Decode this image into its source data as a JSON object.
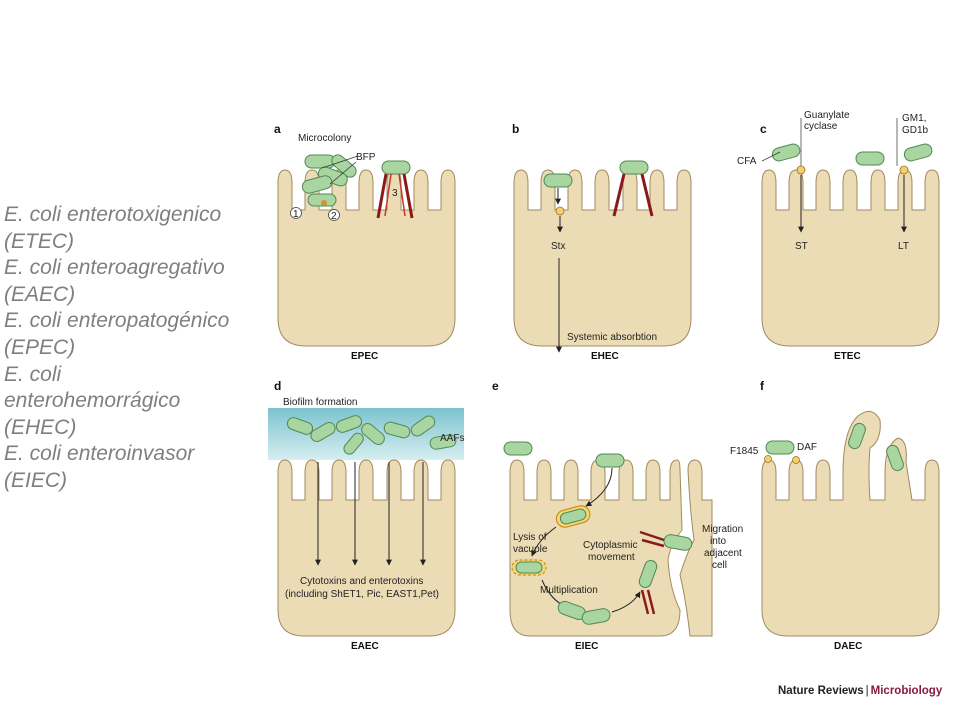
{
  "left_list": [
    "E. coli enterotoxigenico",
    "(ETEC)",
    "E. coli enteroagregativo",
    "(EAEC)",
    "E. coli enteropatogénico",
    "(EPEC)",
    "E. coli",
    "enterohemorrágico",
    "(EHEC)",
    "E. coli enteroinvasor",
    "(EIEC)"
  ],
  "panels": {
    "a": {
      "letter": "a",
      "caption": "EPEC",
      "microcolony": "Microcolony",
      "bfp": "BFP",
      "n1": "1",
      "n2": "2",
      "n3": "3"
    },
    "b": {
      "letter": "b",
      "caption": "EHEC",
      "stx": "Stx",
      "systemic": "Systemic absorbtion"
    },
    "c": {
      "letter": "c",
      "caption": "ETEC",
      "guanylate1": "Guanylate",
      "guanylate2": "cyclase",
      "gm1": "GM1,",
      "gd1b": "GD1b",
      "cfa": "CFA",
      "st": "ST",
      "lt": "LT"
    },
    "d": {
      "letter": "d",
      "caption": "EAEC",
      "biofilm": "Biofilm formation",
      "aafs": "AAFs",
      "cyto1": "Cytotoxins and enterotoxins",
      "cyto2": "(including ShET1, Pic, EAST1,Pet)"
    },
    "e": {
      "letter": "e",
      "caption": "EIEC",
      "lysis1": "Lysis of",
      "lysis2": "vacuole",
      "cytop1": "Cytoplasmic",
      "cytop2": "movement",
      "mult": "Multiplication",
      "mig1": "Migration",
      "mig2": "into",
      "mig3": "adjacent",
      "mig4": "cell"
    },
    "f": {
      "letter": "f",
      "caption": "DAEC",
      "f1845": "F1845",
      "daf": "DAF"
    }
  },
  "credit": {
    "publisher": "Nature Reviews",
    "separator": "|",
    "journal": "Microbiology"
  },
  "colors": {
    "cell": "#ecdcb6",
    "cell_stroke": "#a08a60",
    "bacteria": "#a8d5a0",
    "bacteria_stroke": "#4e8a54",
    "biofilm": "#9ed0d8",
    "pedestal": "#8a1a1a",
    "list_text": "#7f7f7f"
  }
}
